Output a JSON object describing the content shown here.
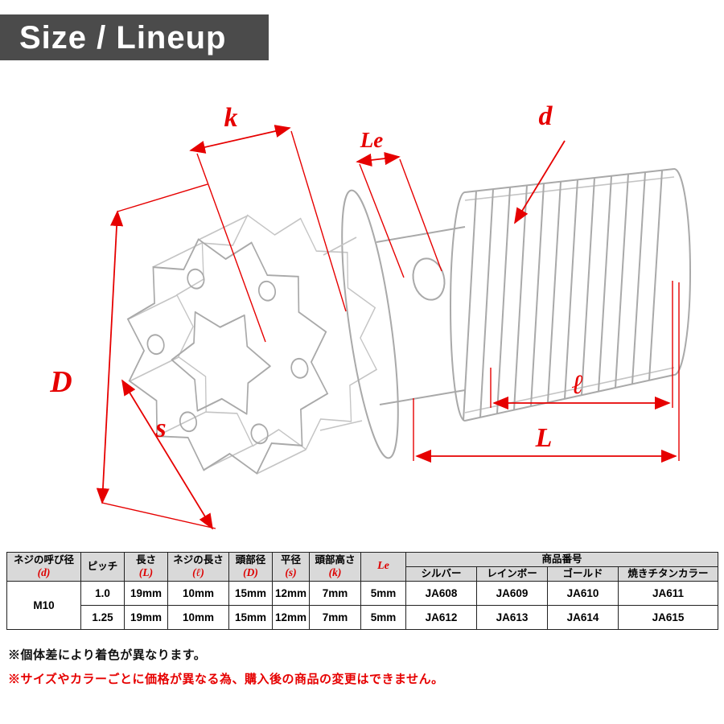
{
  "title": "Size / Lineup",
  "colors": {
    "accent_red": "#e60000",
    "banner_bg": "#4b4b4b",
    "table_header_bg": "#d9d9d9",
    "drawing_gray": "#a9a9a9"
  },
  "diagram": {
    "labels": {
      "k": "k",
      "Le": "Le",
      "d": "d",
      "D": "D",
      "s": "s",
      "l": "ℓ",
      "L": "L"
    }
  },
  "table": {
    "header": {
      "col_d_line1": "ネジの呼び径",
      "col_d_line2": "(d)",
      "col_pitch": "ピッチ",
      "col_length_line1": "長さ",
      "col_length_line2": "(L)",
      "col_thread_len_line1": "ネジの長さ",
      "col_thread_len_line2": "(ℓ)",
      "col_head_dia_line1": "頭部径",
      "col_head_dia_line2": "(D)",
      "col_flat_line1": "平径",
      "col_flat_line2": "(s)",
      "col_head_h_line1": "頭部高さ",
      "col_head_h_line2": "(k)",
      "col_le": "Le",
      "col_product_no": "商品番号",
      "col_silver": "シルバー",
      "col_rainbow": "レインボー",
      "col_gold": "ゴールド",
      "col_titanium": "焼きチタンカラー"
    },
    "rows": [
      {
        "size": "M10",
        "pitch": "1.0",
        "length": "19mm",
        "thread_length": "10mm",
        "head_dia": "15mm",
        "flat_width": "12mm",
        "head_height": "7mm",
        "le": "5mm",
        "silver": "JA608",
        "rainbow": "JA609",
        "gold": "JA610",
        "titanium": "JA611"
      },
      {
        "pitch": "1.25",
        "length": "19mm",
        "thread_length": "10mm",
        "head_dia": "15mm",
        "flat_width": "12mm",
        "head_height": "7mm",
        "le": "5mm",
        "silver": "JA612",
        "rainbow": "JA613",
        "gold": "JA614",
        "titanium": "JA615"
      }
    ]
  },
  "notes": {
    "note1": "※個体差により着色が異なります。",
    "note2": "※サイズやカラーごとに価格が異なる為、購入後の商品の変更はできません。"
  }
}
